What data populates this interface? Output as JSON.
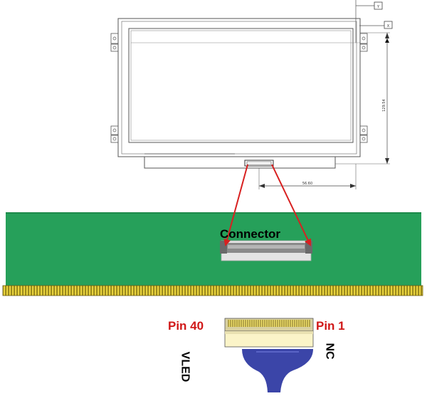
{
  "labels": {
    "connector": "Connector",
    "pin_left": "Pin 40",
    "pin_right": "Pin 1",
    "side_left": "VLED",
    "side_right": "NC"
  },
  "drawing_marks": {
    "datum_y": "Y",
    "datum_x": "X",
    "dim_vertical": "129.54",
    "dim_horizontal": "56.60"
  },
  "colors": {
    "pcb_green": "#26a05a",
    "gold_pins": "#e8d23c",
    "arrow_red": "#d82020",
    "pin_label_red": "#d01818",
    "cable_blue": "#3b45a8",
    "connector_gray": "#8a8a8a",
    "outline": "#555555"
  },
  "icons": {
    "arrow_left": "red-arrow-icon",
    "arrow_right": "red-arrow-icon"
  }
}
